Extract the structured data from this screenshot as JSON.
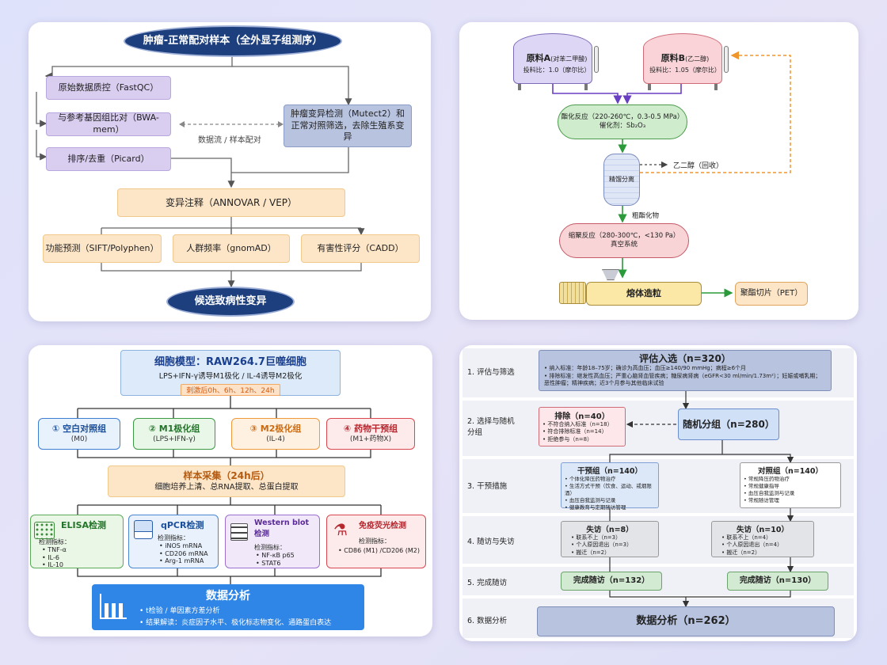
{
  "p1": {
    "top": "肿瘤-正常配对样本（全外显子组测序）",
    "qc": "原始数据质控（FastQC）",
    "align": "与参考基因组比对（BWA-mem）",
    "sort": "排序/去重（Picard）",
    "flow": "数据流 / 样本配对",
    "mutect": "肿瘤变异检测（Mutect2）和正常对照筛选，去除生殖系变异",
    "annot": "变异注释（ANNOVAR / VEP）",
    "sift": "功能预测（SIFT/Polyphen）",
    "gnomad": "人群频率（gnomAD）",
    "cadd": "有害性评分（CADD）",
    "result": "候选致病性变异"
  },
  "p2": {
    "rawA_title": "原料A",
    "rawA_sub": "(对苯二甲酸)",
    "rawA_ratio": "投料比：1.0（摩尔比）",
    "rawB_title": "原料B",
    "rawB_sub": "(乙二醇)",
    "rawB_ratio": "投料比：1.05（摩尔比）",
    "ester1": "酯化反应（220-260℃，0.3-0.5 MPa）",
    "ester2": "催化剂：Sb₂O₃",
    "distill": "精馏分离",
    "eg": "乙二醇（回收）",
    "crude": "粗酯化物",
    "poly1": "缩聚反应（280-300℃，<130 Pa）",
    "poly2": "真空系统",
    "melt": "熔体造粒",
    "pet": "聚酯切片（PET）"
  },
  "p3": {
    "title": "细胞模型：RAW264.7巨噬细胞",
    "sub": "LPS+IFN-γ诱导M1极化 / IL-4诱导M2极化",
    "stim": "刺激后0h、6h、12h、24h",
    "groups": [
      {
        "t": "① 空白对照组",
        "s": "(M0)"
      },
      {
        "t": "② M1极化组",
        "s": "(LPS+IFN-γ)"
      },
      {
        "t": "③ M2极化组",
        "s": "(IL-4)"
      },
      {
        "t": "④ 药物干预组",
        "s": "(M1+药物X)"
      }
    ],
    "sample_t": "样本采集（24h后）",
    "sample_s": "细胞培养上清、总RNA提取、总蛋白提取",
    "assays": [
      {
        "t": "ELISA检测",
        "h": "检测指标：",
        "items": [
          "TNF-α",
          "IL-6",
          "IL-10"
        ]
      },
      {
        "t": "qPCR检测",
        "h": "检测指标：",
        "items": [
          "iNOS mRNA",
          "CD206 mRNA",
          "Arg-1 mRNA"
        ]
      },
      {
        "t": "Western blot检测",
        "h": "检测指标：",
        "items": [
          "NF-κB p65",
          "STAT6"
        ]
      },
      {
        "t": "免疫荧光检测",
        "h": "检测指标：",
        "items": [
          "CD86 (M1) /CD206 (M2)"
        ]
      }
    ],
    "analysis_t": "数据分析",
    "analysis_1": "t检验 / 单因素方差分析",
    "analysis_2": "结果解读：炎症因子水平、极化标志物变化、通路蛋白表达"
  },
  "p4": {
    "stages": [
      "1. 评估与筛选",
      "2. 选择与随机分组",
      "3. 干预措施",
      "4. 随访与失访",
      "5. 完成随访",
      "6. 数据分析"
    ],
    "assess_t": "评估入选（n=320）",
    "assess_1": "纳入标准：年龄18–75岁；确诊为高血压；血压≥140/90 mmHg；病程≥6个月",
    "assess_2": "排除标准：继发性高血压；严重心脑肾血管疾病；糖尿病肾病（eGFR<30 ml/min/1.73m²）；妊娠或哺乳期；恶性肿瘤；精神疾病；近3个月参与其他临床试验",
    "excl_t": "排除（n=40）",
    "excl": [
      "不符合纳入标准（n=18）",
      "符合排除标准（n=14）",
      "拒绝参与（n=8）"
    ],
    "rand": "随机分组（n=280）",
    "int_t": "干预组（n=140）",
    "int": [
      "个体化降压药物治疗",
      "生活方式干预（饮食、运动、戒烟限酒）",
      "血压自我监测与记录",
      "健康教育与定期随访管理"
    ],
    "ctl_t": "对照组（n=140）",
    "ctl": [
      "常规降压药物治疗",
      "常规健康指导",
      "血压自我监测与记录",
      "常规随访管理"
    ],
    "lost1_t": "失访（n=8）",
    "lost1": [
      "联系不上（n=3）",
      "个人原因退出（n=3）",
      "搬迁（n=2）"
    ],
    "lost2_t": "失访（n=10）",
    "lost2": [
      "联系不上（n=4）",
      "个人原因退出（n=4）",
      "搬迁（n=2）"
    ],
    "done1": "完成随访（n=132）",
    "done2": "完成随访（n=130）",
    "final": "数据分析（n=262）"
  },
  "colors": {
    "navy": "#1d3f7e",
    "lavender": "#d9cdf0",
    "peach": "#fde6c8",
    "gold": "#f1c98b",
    "slate": "#b7c3df",
    "blue": "#2f86e6"
  }
}
